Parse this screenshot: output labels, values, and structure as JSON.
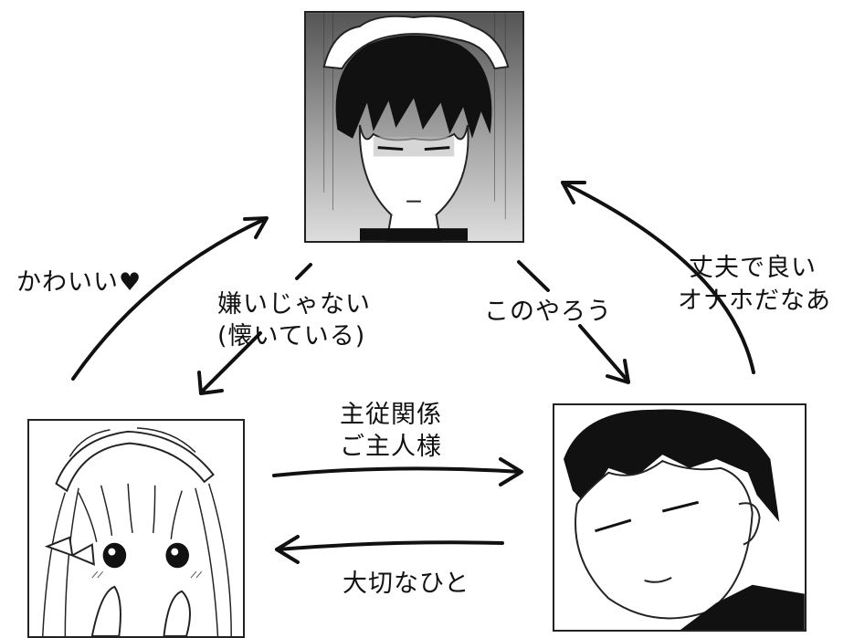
{
  "panels": {
    "top": "maid-boy-portrait",
    "left": "maid-girl-portrait",
    "right": "master-portrait"
  },
  "relations": {
    "left_to_top": "かわいい",
    "top_to_left_line1": "嫌いじゃない",
    "top_to_left_line2": "(懐いている)",
    "top_to_right": "このやろう",
    "right_to_top_line1": "丈夫で良い",
    "right_to_top_line2": "オナホだなあ",
    "left_to_right_line1": "主従関係",
    "left_to_right_line2": "ご主人様",
    "right_to_left": "大切なひと"
  },
  "colors": {
    "ink": "#111111",
    "background": "#ffffff"
  }
}
